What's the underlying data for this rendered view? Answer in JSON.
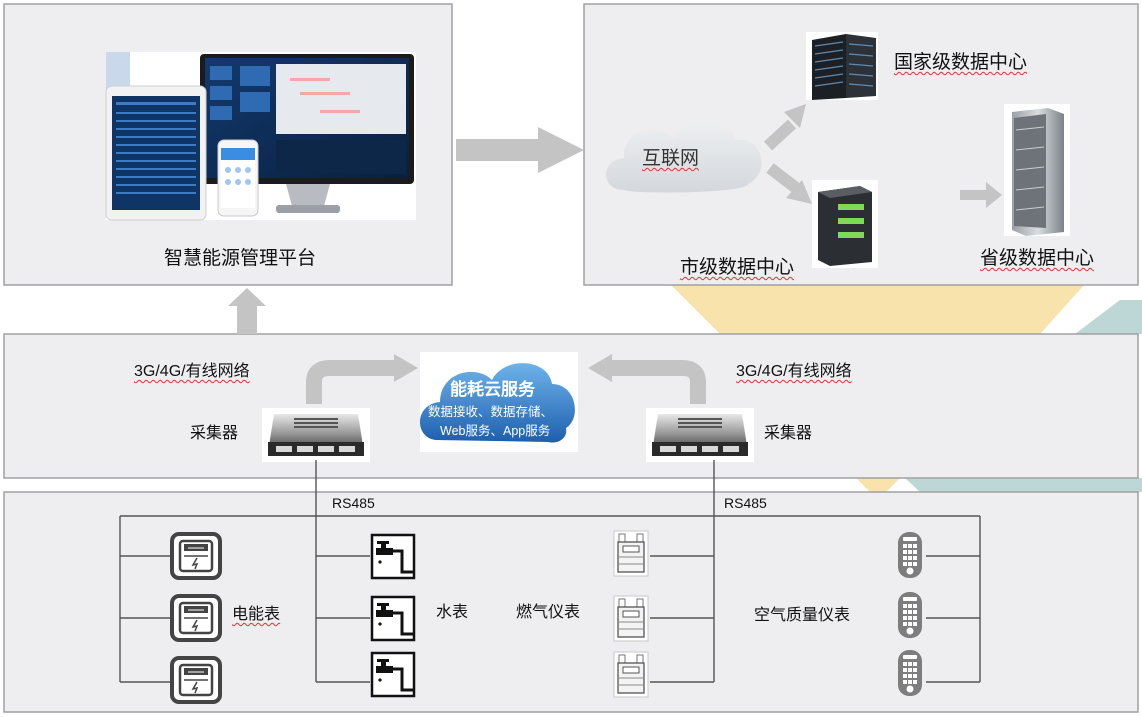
{
  "platform": {
    "title": "智慧能源管理平台"
  },
  "datacenters": {
    "internet": "互联网",
    "national": "国家级数据中心",
    "city": "市级数据中心",
    "province": "省级数据中心"
  },
  "network": {
    "left_link": "3G/4G/有线网络",
    "right_link": "3G/4G/有线网络",
    "left_collector": "采集器",
    "right_collector": "采集器",
    "cloud": {
      "title": "能耗云服务",
      "line1": "数据接收、数据存储、",
      "line2": "Web服务、App服务"
    }
  },
  "meters": {
    "bus_left": "RS485",
    "bus_right": "RS485",
    "electric": "电能表",
    "water": "水表",
    "gas": "燃气仪表",
    "air": "空气质量仪表"
  },
  "colors": {
    "panel_bg": "#eeeef0",
    "panel_border": "#a0a0a0",
    "arrow": "#c4c4c4",
    "deco_yellow": "#f7e3ab",
    "deco_teal": "#bcd7d6",
    "cloud_blue": "#2f78c4"
  }
}
